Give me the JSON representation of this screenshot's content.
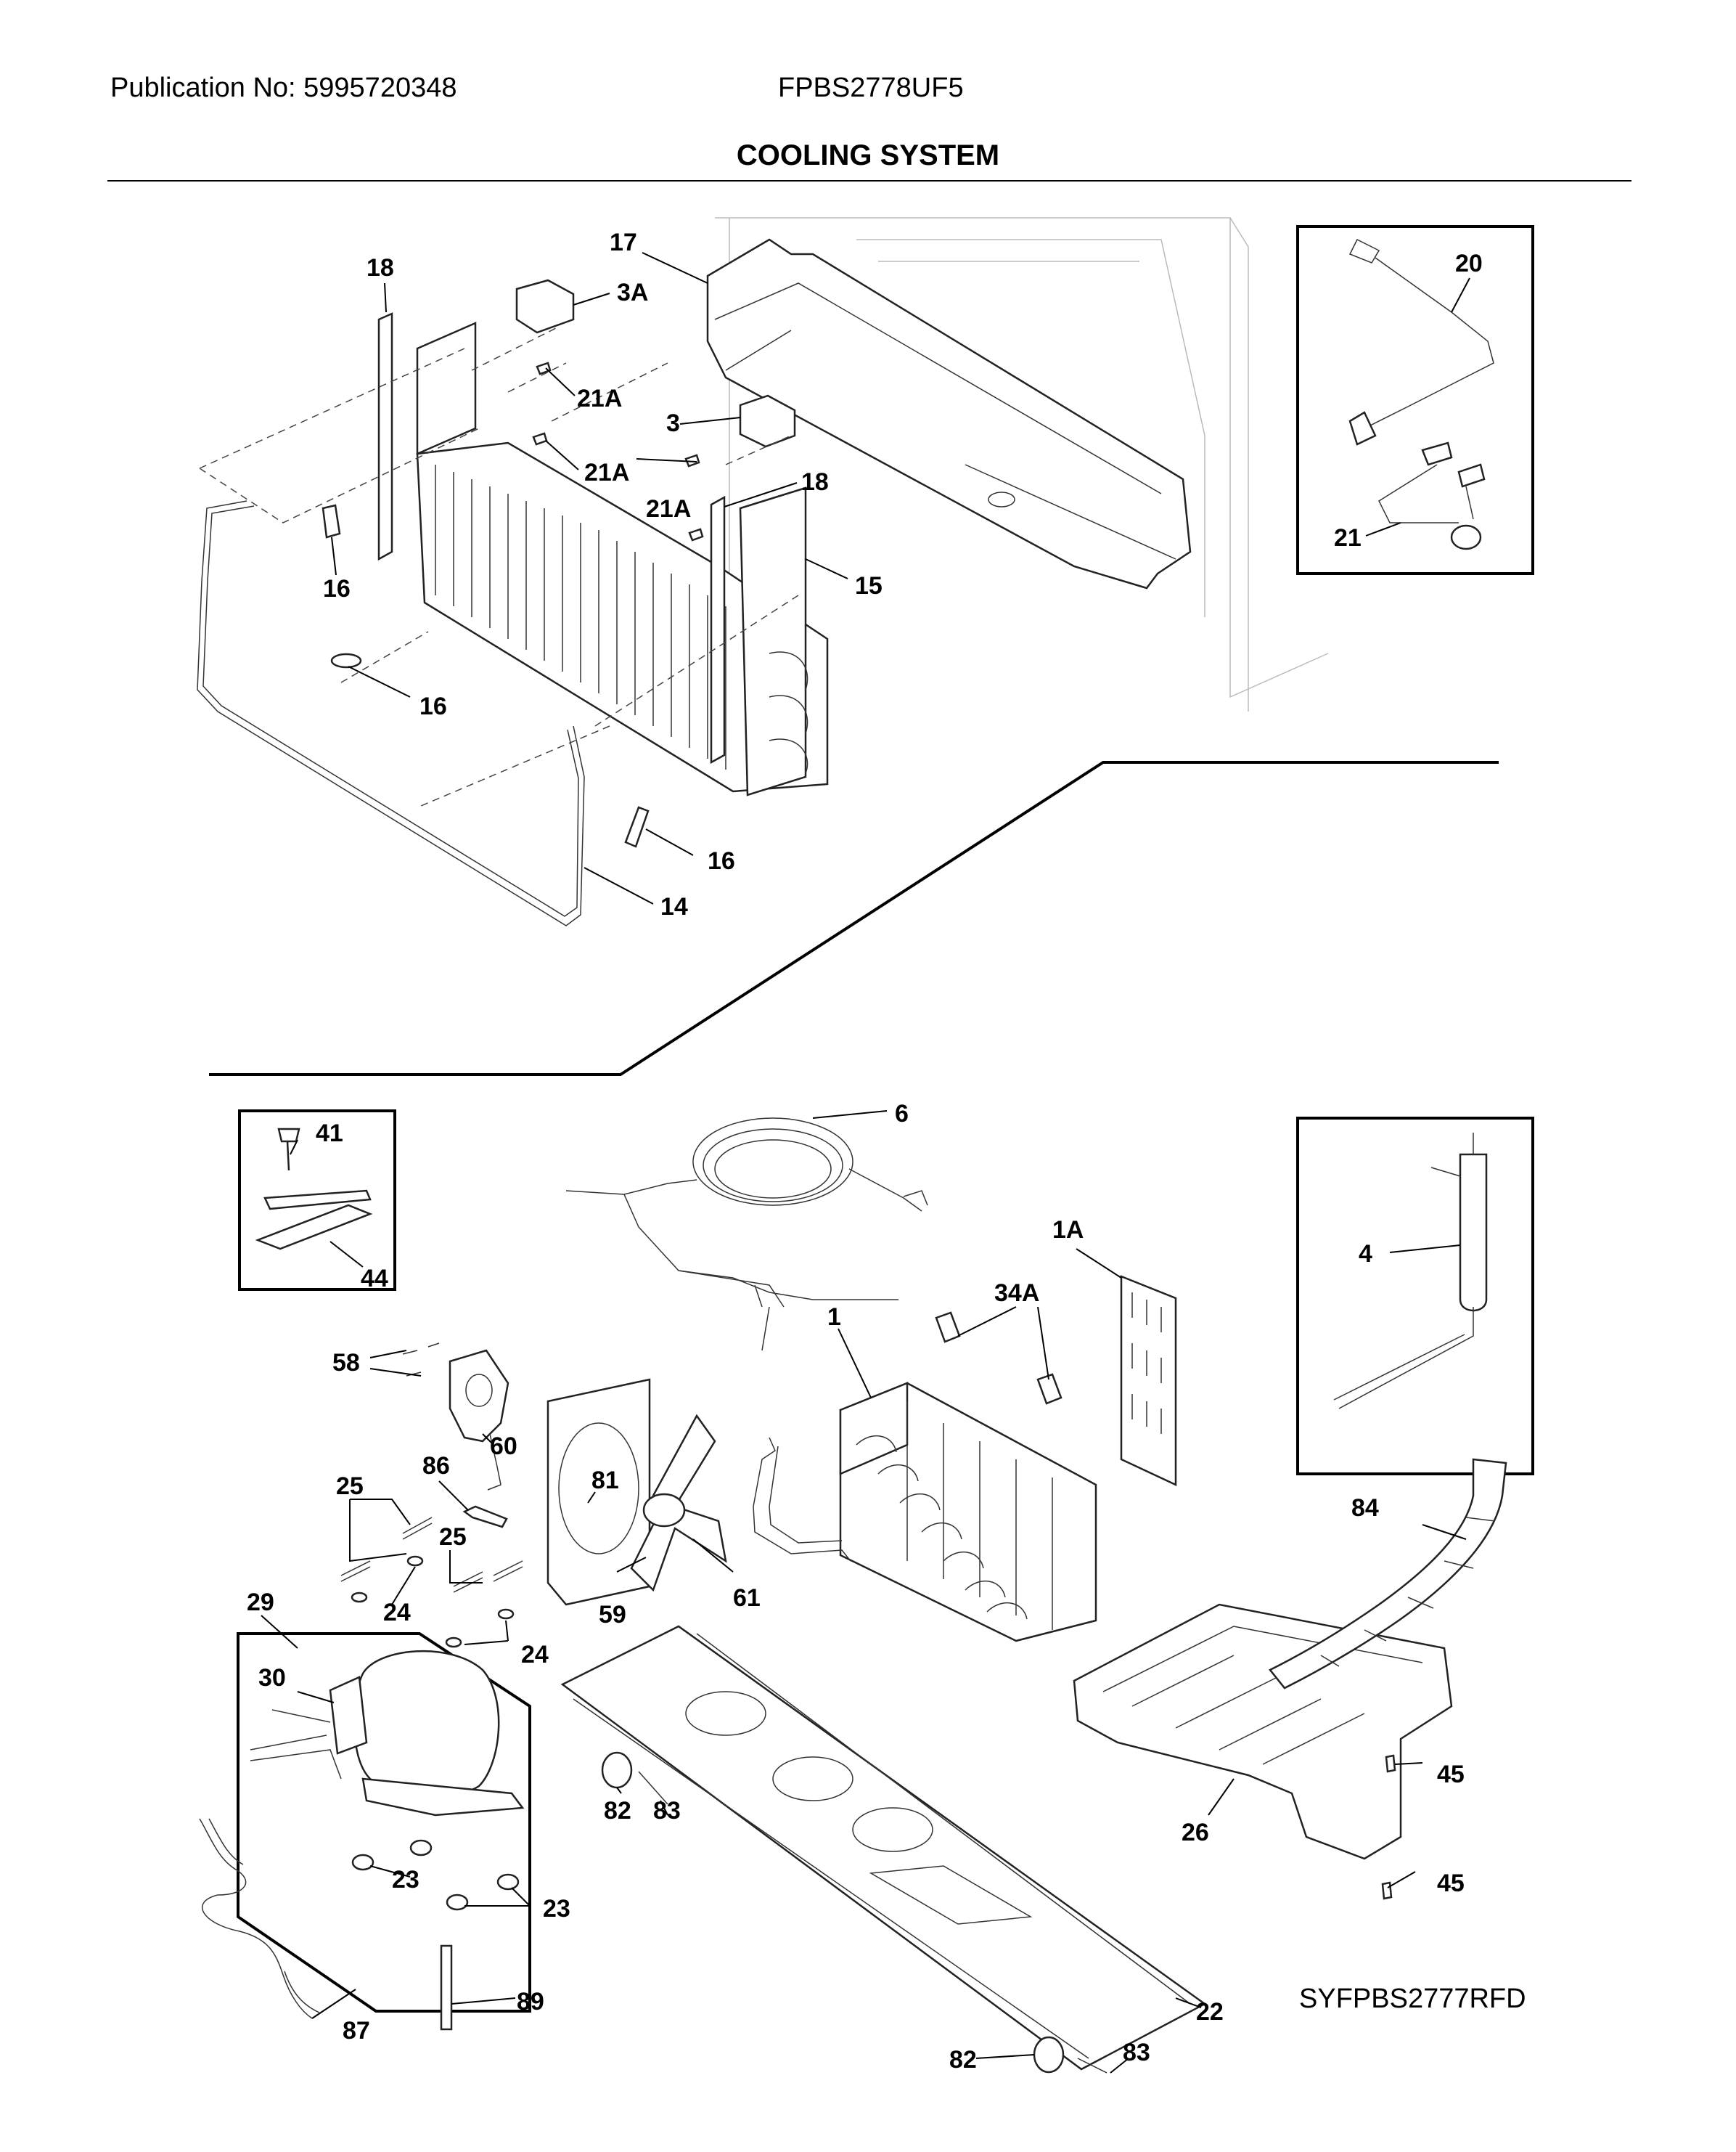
{
  "header": {
    "publication": "Publication No: 5995720348",
    "model": "FPBS2778UF5",
    "title": "COOLING SYSTEM"
  },
  "footer": {
    "drawing_code": "SYFPBS2777RFD"
  },
  "callouts": {
    "c18a": "18",
    "c17": "17",
    "c3a": "3A",
    "c21a1": "21A",
    "c3": "3",
    "c21a2": "21A",
    "c18b": "18",
    "c21a3": "21A",
    "c16a": "16",
    "c15": "15",
    "c16b": "16",
    "c16c": "16",
    "c14": "14",
    "c20": "20",
    "c21": "21",
    "c41": "41",
    "c44": "44",
    "c6": "6",
    "c1a": "1A",
    "c34a": "34A",
    "c1": "1",
    "c4": "4",
    "c58": "58",
    "c60": "60",
    "c86": "86",
    "c81": "81",
    "c25a": "25",
    "c25b": "25",
    "c24a": "24",
    "c24b": "24",
    "c29": "29",
    "c59": "59",
    "c61": "61",
    "c84": "84",
    "c30": "30",
    "c45a": "45",
    "c45b": "45",
    "c26": "26",
    "c82a": "82",
    "c83a": "83",
    "c23a": "23",
    "c23b": "23",
    "c89": "89",
    "c87": "87",
    "c22": "22",
    "c82b": "82",
    "c83b": "83"
  }
}
